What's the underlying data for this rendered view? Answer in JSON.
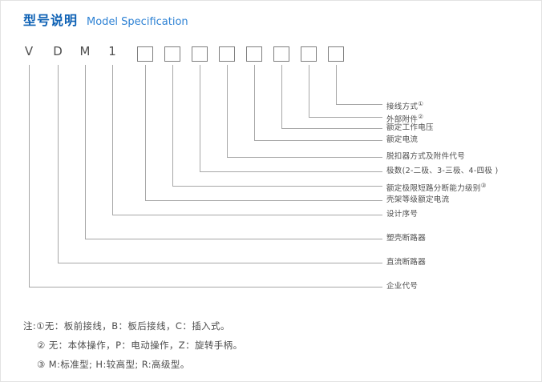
{
  "page": {
    "title_zh": "型号说明",
    "title_en": "Model Specification"
  },
  "model_code": {
    "letters": [
      "V",
      "D",
      "M",
      "1"
    ],
    "box_count": 8
  },
  "diagram": {
    "items": [
      {
        "label": "接线方式",
        "sup": "①"
      },
      {
        "label": "外部附件",
        "sup": "②"
      },
      {
        "label": "额定工作电压",
        "sup": ""
      },
      {
        "label": "额定电流",
        "sup": ""
      },
      {
        "label": "脱扣器方式及附件代号",
        "sup": ""
      },
      {
        "label": "极数(2-二极、3-三极、4-四极 )",
        "sup": ""
      },
      {
        "label": "额定极限短路分断能力级别",
        "sup": "③"
      },
      {
        "label": "壳架等级额定电流",
        "sup": ""
      },
      {
        "label": "设计序号",
        "sup": ""
      },
      {
        "label": "塑壳断路器",
        "sup": ""
      },
      {
        "label": "直流断路器",
        "sup": ""
      },
      {
        "label": "企业代号",
        "sup": ""
      }
    ]
  },
  "notes": {
    "prefix": "注:",
    "lines": [
      "①无：板前接线，B：板后接线，C：插入式。",
      "② 无：本体操作，P：电动操作，Z：旋转手柄。",
      "③ M:标准型; H:较高型; R:高级型。"
    ]
  },
  "colors": {
    "title_zh": "#0c60b4",
    "title_en": "#2e82d4",
    "line": "#a7a7a7",
    "text": "#4d4d4d"
  }
}
